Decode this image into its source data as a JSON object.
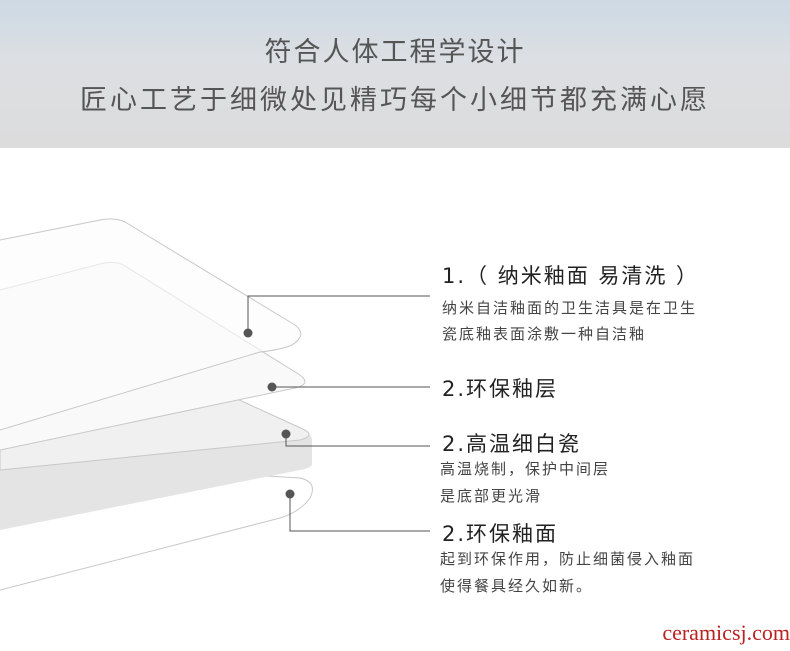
{
  "banner": {
    "line1": "符合人体工程学设计",
    "line2": "匠心工艺于细微处见精巧每个小细节都充满心愿"
  },
  "layers": [
    {
      "title": "1.（ 纳米釉面  易清洗 ）",
      "desc": [
        "纳米自洁釉面的卫生洁具是在卫生",
        "瓷底釉表面涂敷一种自洁釉"
      ]
    },
    {
      "title": "2.环保釉层",
      "desc": []
    },
    {
      "title": "2.高温细白瓷",
      "desc": [
        "高温烧制，保护中间层",
        "是底部更光滑"
      ]
    },
    {
      "title": "2.环保釉面",
      "desc": [
        "起到环保作用，防止细菌侵入釉面",
        "使得餐具经久如新。"
      ]
    }
  ],
  "watermark": "ceramicsj.com"
}
